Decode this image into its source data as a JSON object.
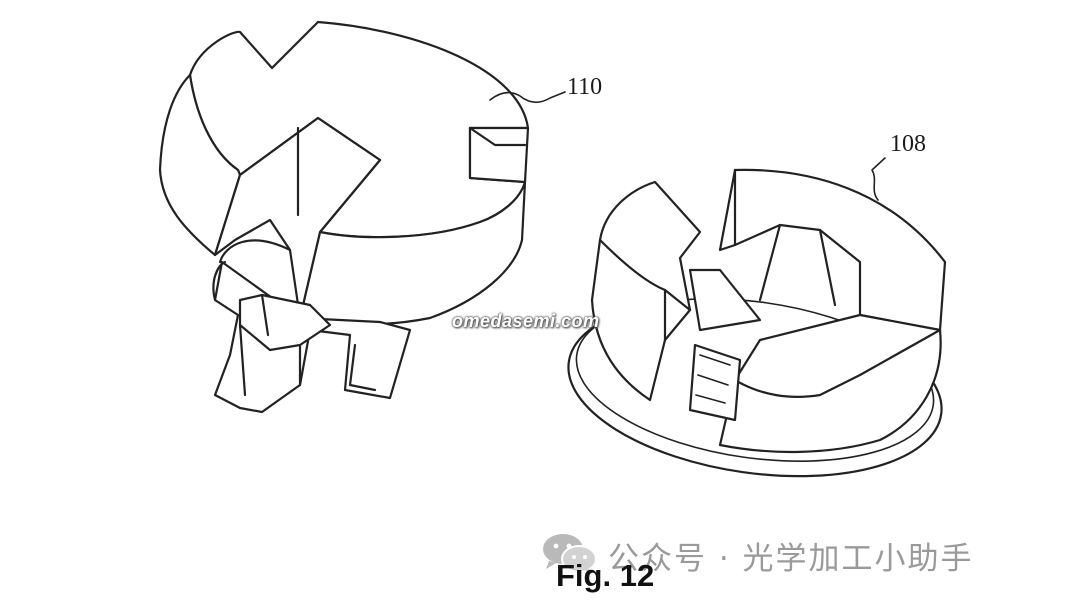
{
  "figure": {
    "caption": "Fig. 12",
    "labels": {
      "part_110": "110",
      "part_108": "108"
    }
  },
  "watermarks": {
    "site": "omedasemi.com",
    "wechat_account": "公众号 · 光学加工小助手",
    "icon": "wechat-icon"
  }
}
